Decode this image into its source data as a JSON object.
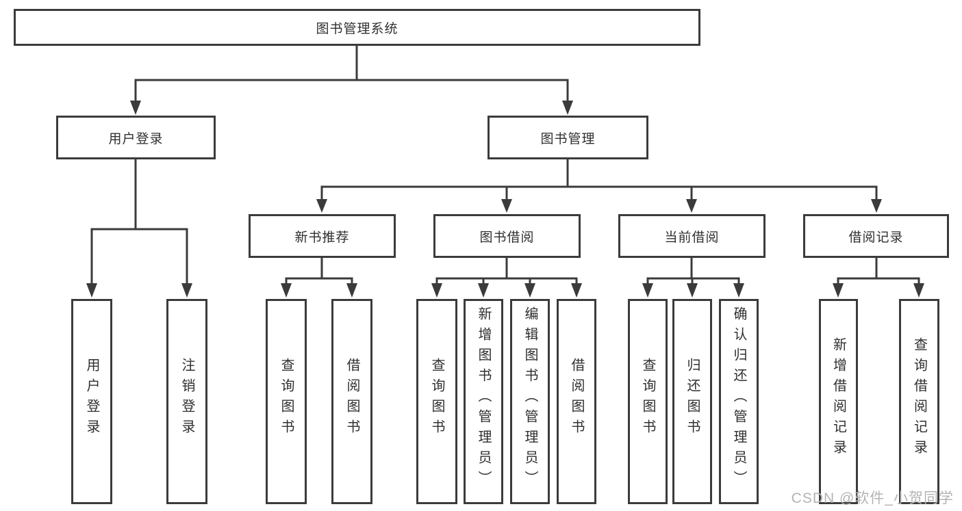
{
  "diagram": {
    "type": "hierarchy-tree",
    "line_color": "#3b3b3b",
    "text_color": "#2f2f2f",
    "tree": {
      "label": "图书管理系统",
      "children": [
        {
          "label": "用户登录",
          "children": [
            {
              "label": "用户登录"
            },
            {
              "label": "注销登录"
            }
          ]
        },
        {
          "label": "图书管理",
          "children": [
            {
              "label": "新书推荐",
              "children": [
                {
                  "label": "查询图书"
                },
                {
                  "label": "借阅图书"
                }
              ]
            },
            {
              "label": "图书借阅",
              "children": [
                {
                  "label": "查询图书"
                },
                {
                  "label": "新增图书（管理员）"
                },
                {
                  "label": "编辑图书（管理员）"
                },
                {
                  "label": "借阅图书"
                }
              ]
            },
            {
              "label": "当前借阅",
              "children": [
                {
                  "label": "查询图书"
                },
                {
                  "label": "归还图书"
                },
                {
                  "label": "确认归还（管理员）"
                }
              ]
            },
            {
              "label": "借阅记录",
              "children": [
                {
                  "label": "新增借阅记录"
                },
                {
                  "label": "查询借阅记录"
                }
              ]
            }
          ]
        }
      ]
    },
    "watermark": {
      "text": "CSDN @软件_小贺同学",
      "color": "#b3b3b3"
    }
  }
}
